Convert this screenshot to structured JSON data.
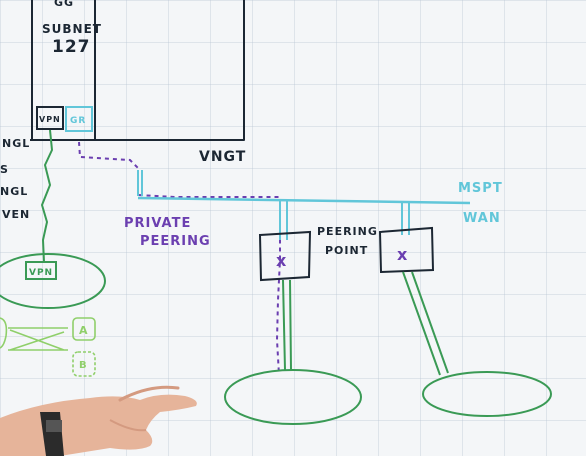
{
  "colors": {
    "ink_black": "#1c2733",
    "ink_cyan": "#61c6d9",
    "ink_green": "#3a9a55",
    "ink_light_green": "#8fcf6a",
    "ink_purple": "#6b3fb0",
    "skin": "#e6b49a"
  },
  "subnet": {
    "line1": "GG",
    "line2": "SUBNET",
    "line3": "127"
  },
  "boxes": {
    "vpn": "VPN",
    "gr": "GR",
    "vpn_lower": "VPN"
  },
  "left_labels": [
    "NGL",
    "S",
    "NGL",
    "VEN"
  ],
  "labels": {
    "vngt": "VNGT",
    "private": "PRIVATE",
    "peering": "PEERING",
    "peering_point_1": "PEERING",
    "peering_point_2": "POINT",
    "mspt": "MSPT",
    "wan": "WAN"
  },
  "nodes": {
    "a": "A",
    "b": "B"
  }
}
